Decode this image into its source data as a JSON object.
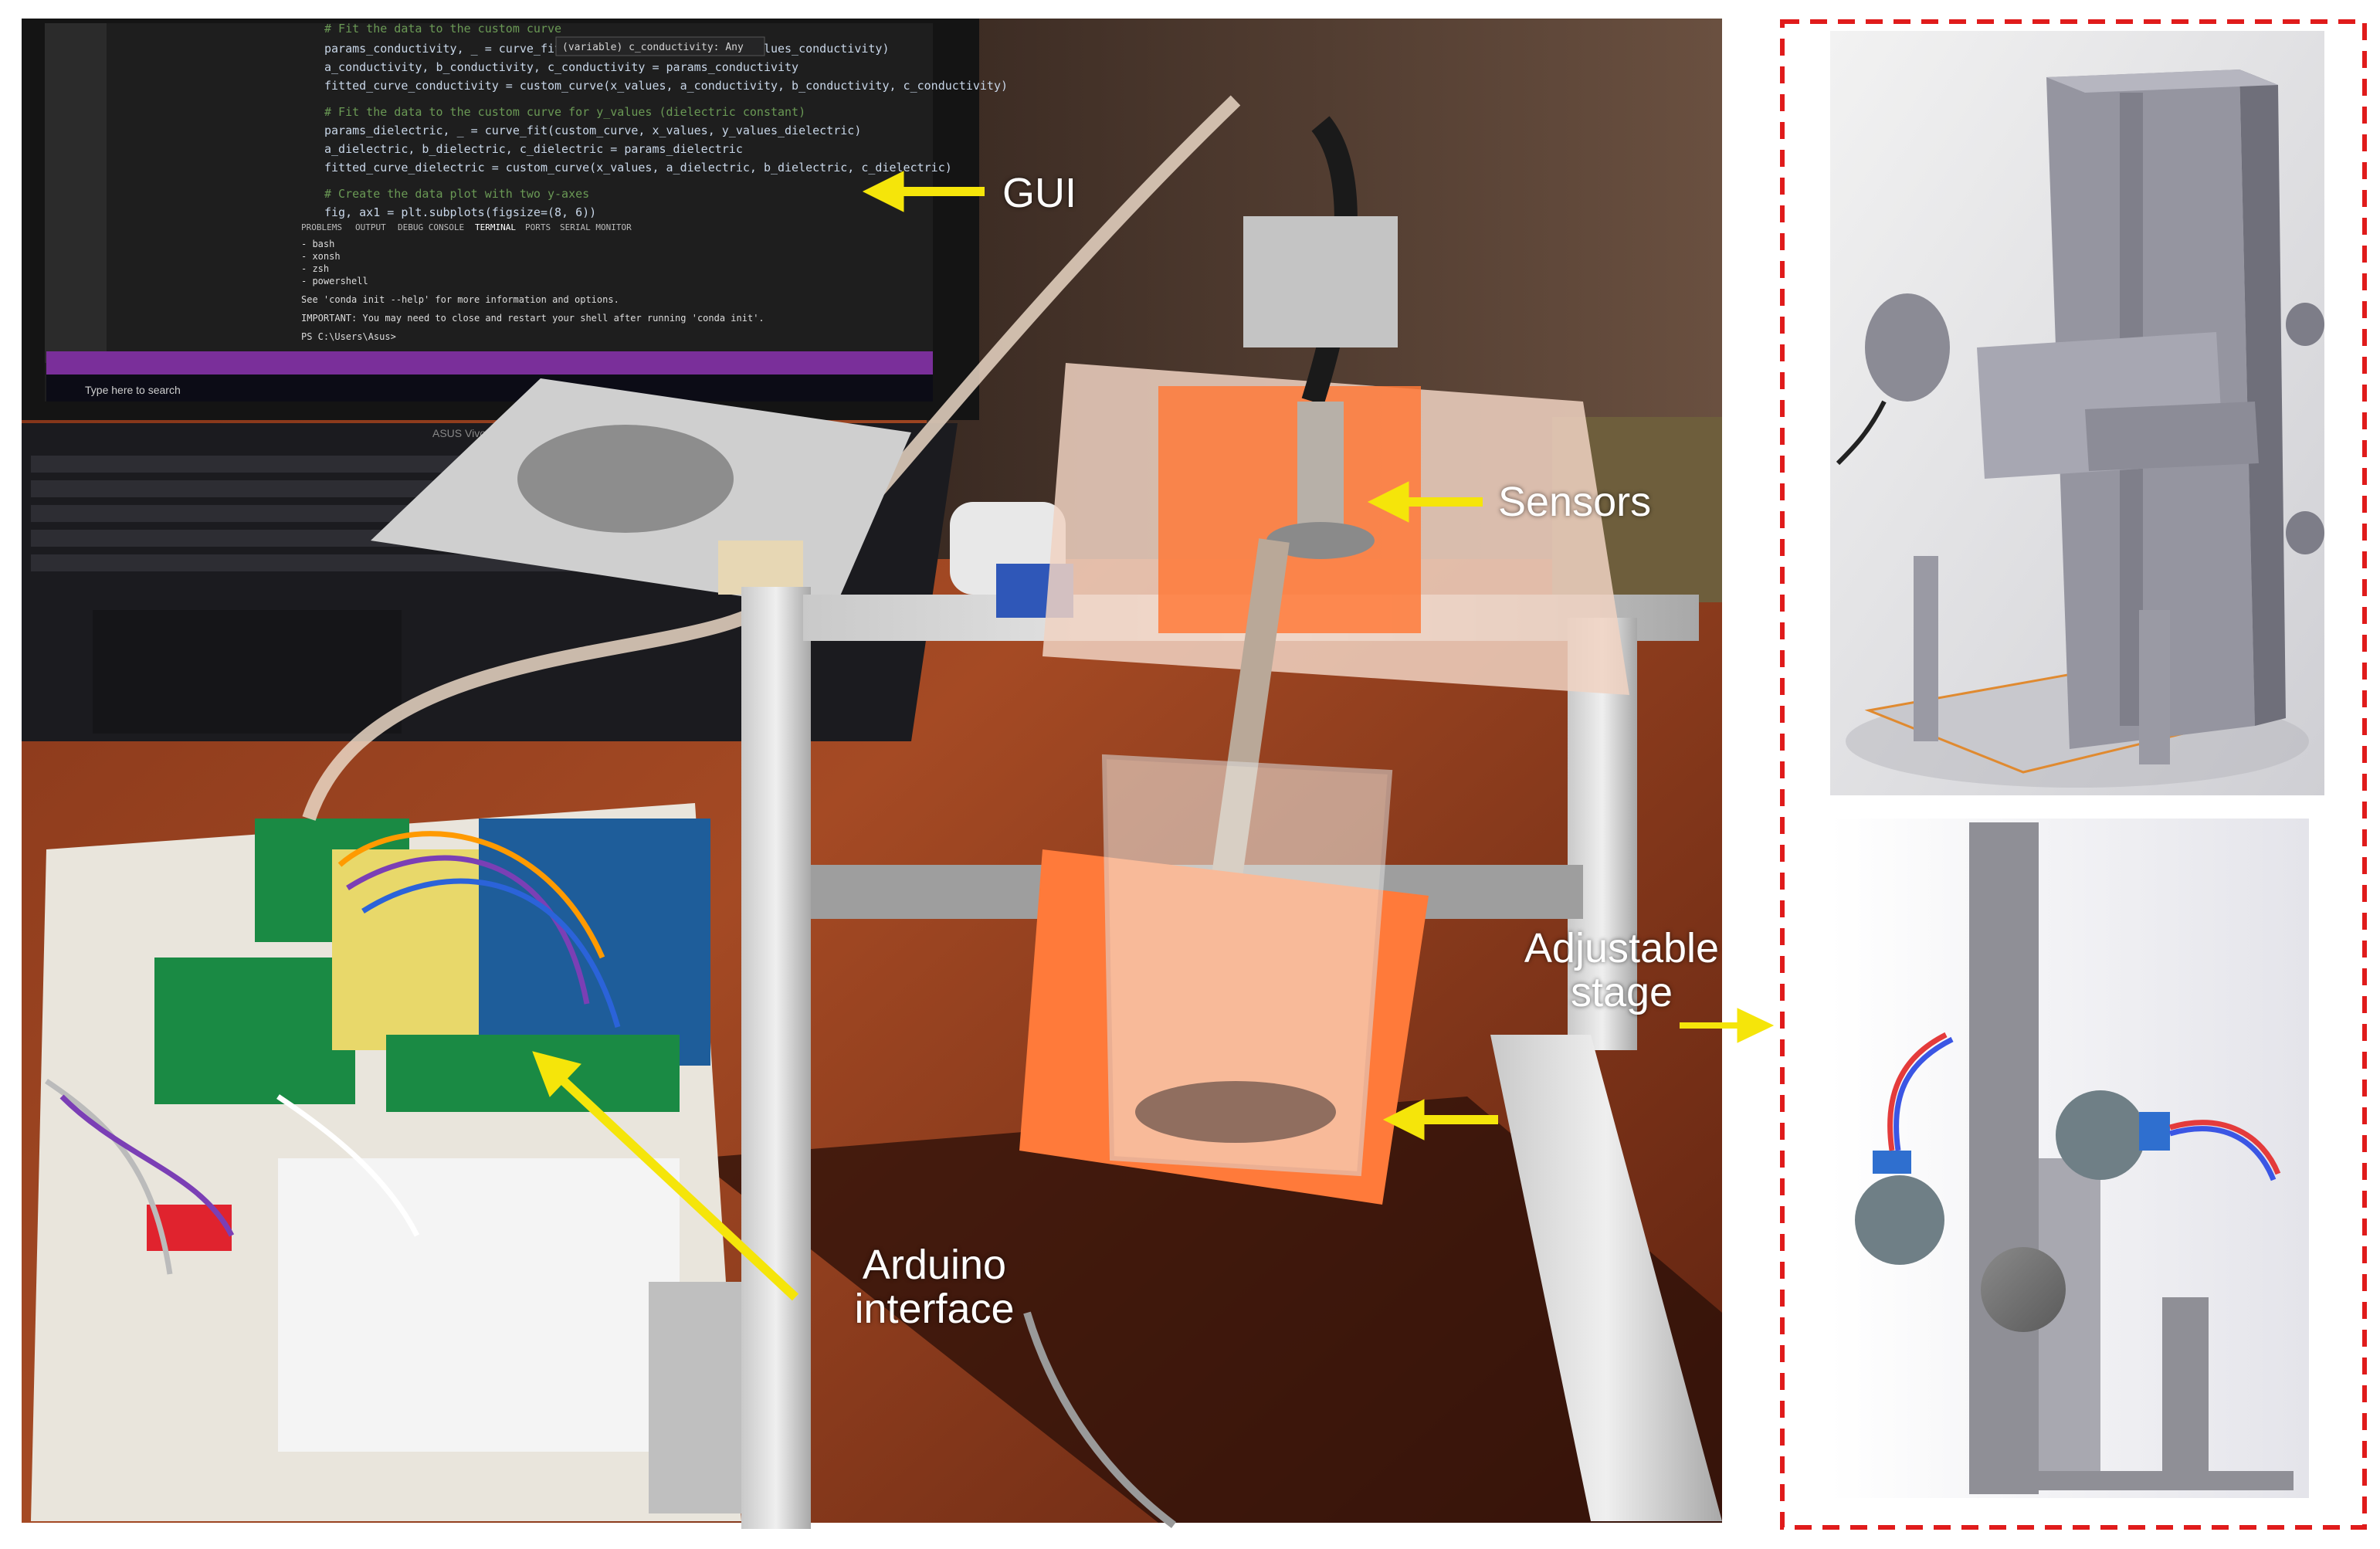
{
  "labels": {
    "gui": "GUI",
    "sensors": "Sensors",
    "stage_line1": "Adjustable",
    "stage_line2": "stage",
    "arduino_line1": "Arduino",
    "arduino_line2": "interface"
  },
  "code_editor": {
    "lines": [
      "# Fit the data to the custom curve",
      "params_conductivity, _ = curve_fit(custom_curve, x_values, y_values_conductivity)",
      "a_conductivity, b_conductivity, c_conductivity = params_conductivity",
      "fitted_curve_conductivity = custom_curve(x_values, a_conductivity, b_conductivity, c_conductivity)",
      "# Fit the data to the custom curve for y_values (dielectric constant)",
      "params_dielectric, _ = curve_fit(custom_curve, x_values, y_values_dielectric)",
      "a_dielectric, b_dielectric, c_dielectric = params_dielectric",
      "fitted_curve_dielectric = custom_curve(x_values, a_dielectric, b_dielectric, c_dielectric)",
      "# Create the data plot with two y-axes",
      "fig, ax1 = plt.subplots(figsize=(8, 6))"
    ],
    "tooltip": "(variable) c_conductivity: Any",
    "panel_tabs": [
      "PROBLEMS",
      "OUTPUT",
      "DEBUG CONSOLE",
      "TERMINAL",
      "PORTS",
      "SERIAL MONITOR"
    ],
    "terminal_lines": [
      "- bash",
      "- xonsh",
      "- zsh",
      "- powershell",
      "See 'conda init --help' for more information and options.",
      "IMPORTANT: You may need to close and restart your shell after running 'conda init'.",
      "PS C:\\Users\\Asus>"
    ],
    "taskbar_search": "Type here to search",
    "laptop_brand": "ASUS VivoBook"
  },
  "colors": {
    "arrow": "#f5e50a",
    "frame_dash": "#e01b1b",
    "label_text": "#ffffff",
    "acrylic_orange": "#ff7a3a",
    "cad_gray": "#8f8f96"
  },
  "icons": [
    "arrow-left-icon",
    "arrow-right-icon",
    "arrow-diagonal-icon"
  ]
}
